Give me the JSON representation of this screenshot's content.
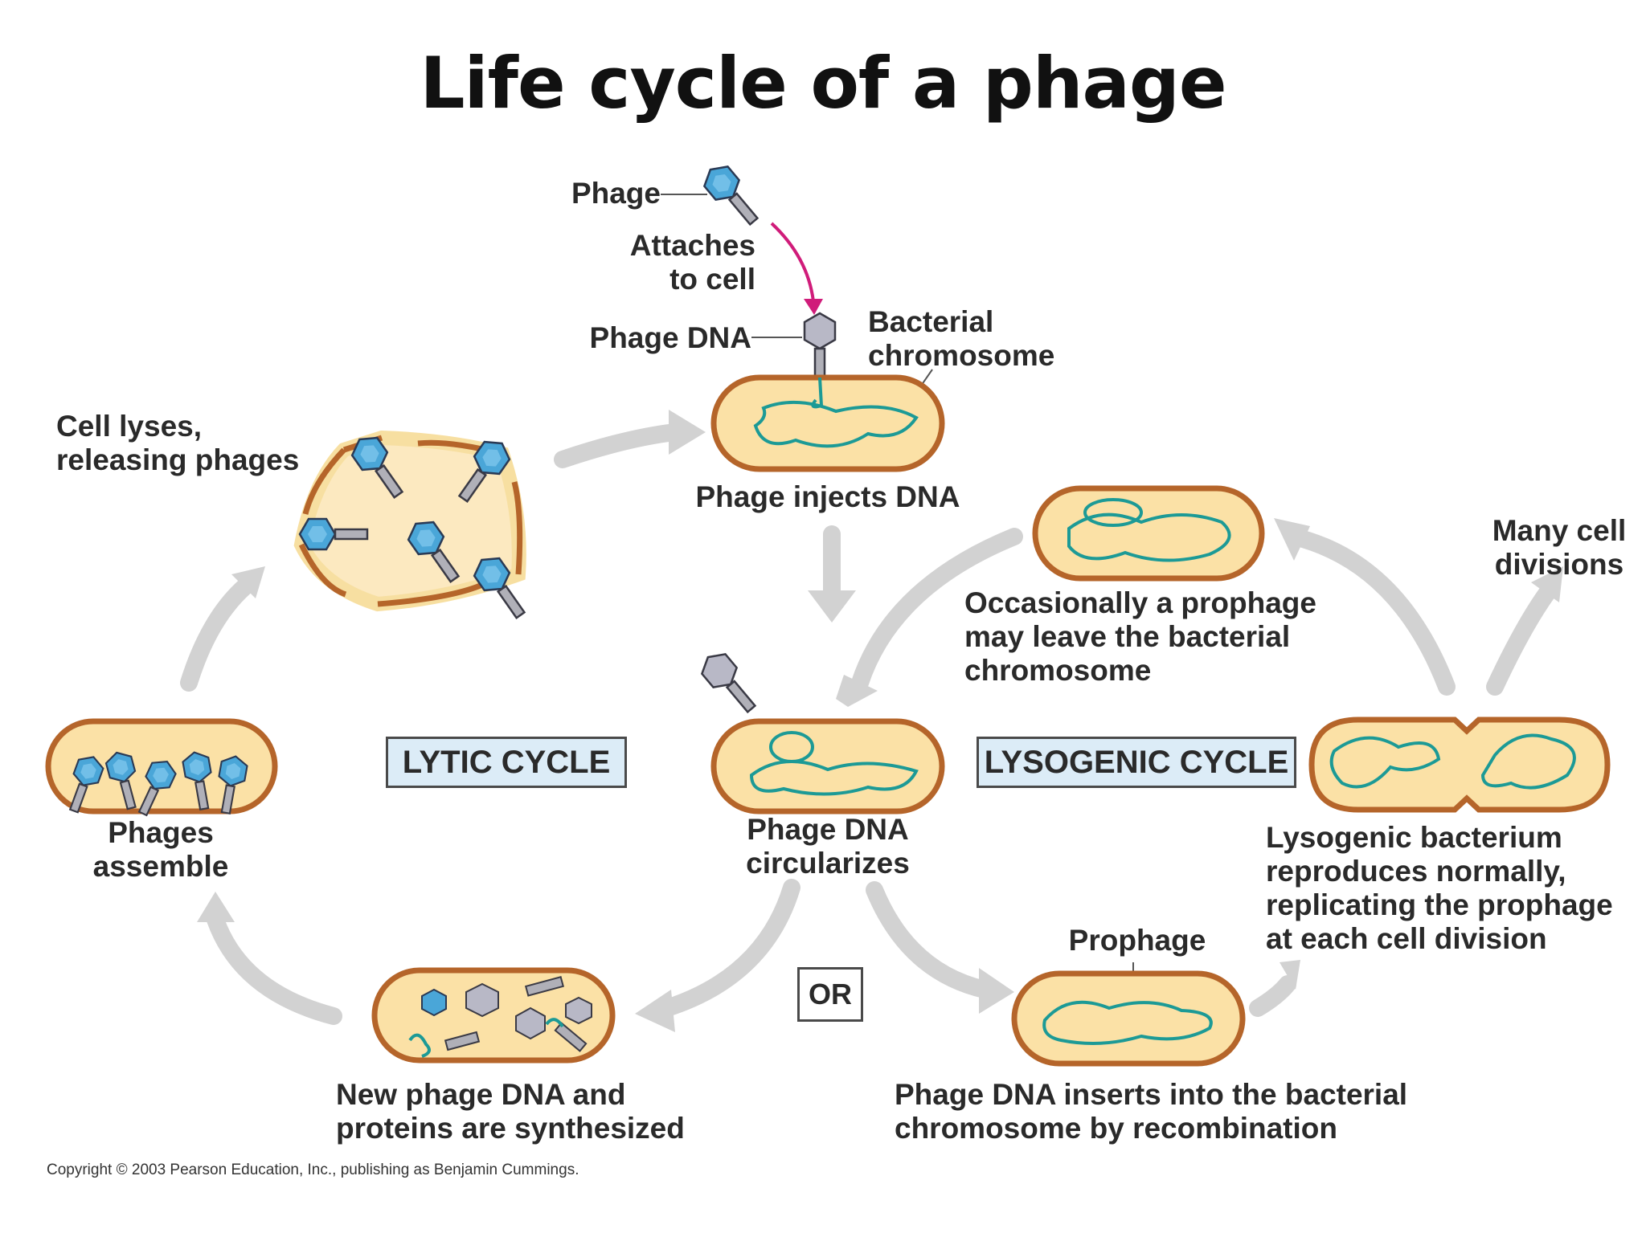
{
  "title": "Life cycle of a phage",
  "labels": {
    "phage": "Phage",
    "attaches": "Attaches\nto cell",
    "phage_dna": "Phage DNA",
    "bacterial_chromosome": "Bacterial\nchromosome",
    "phage_injects": "Phage injects DNA",
    "cell_lyses": "Cell lyses,\nreleasing phages",
    "occasionally": "Occasionally a  prophage\nmay leave the bacterial\nchromosome",
    "many_divisions": "Many cell\ndivisions",
    "phages_assemble": "Phages\nassemble",
    "circularizes": "Phage DNA\ncircularizes",
    "lysogenic_bacterium": "Lysogenic bacterium\nreproduces normally,\nreplicating the prophage\nat each cell division",
    "prophage": "Prophage",
    "new_phage": "New phage DNA and\nproteins are synthesized",
    "inserts": "Phage DNA inserts into the bacterial\nchromosome by recombination"
  },
  "cycles": {
    "lytic": "LYTIC CYCLE",
    "lysogenic": "LYSOGENIC CYCLE",
    "or": "OR"
  },
  "copyright": "Copyright © 2003 Pearson Education, Inc., publishing as Benjamin Cummings.",
  "colors": {
    "cell_fill": "#fbe1a6",
    "cell_border": "#b5652a",
    "dna": "#1c9a96",
    "phage_head": "#4aa6d8",
    "phage_tail": "#b0b0b8",
    "arrow": "#d2d2d2",
    "attach_arrow": "#d01c7a",
    "box_fill": "#dcecf7"
  }
}
